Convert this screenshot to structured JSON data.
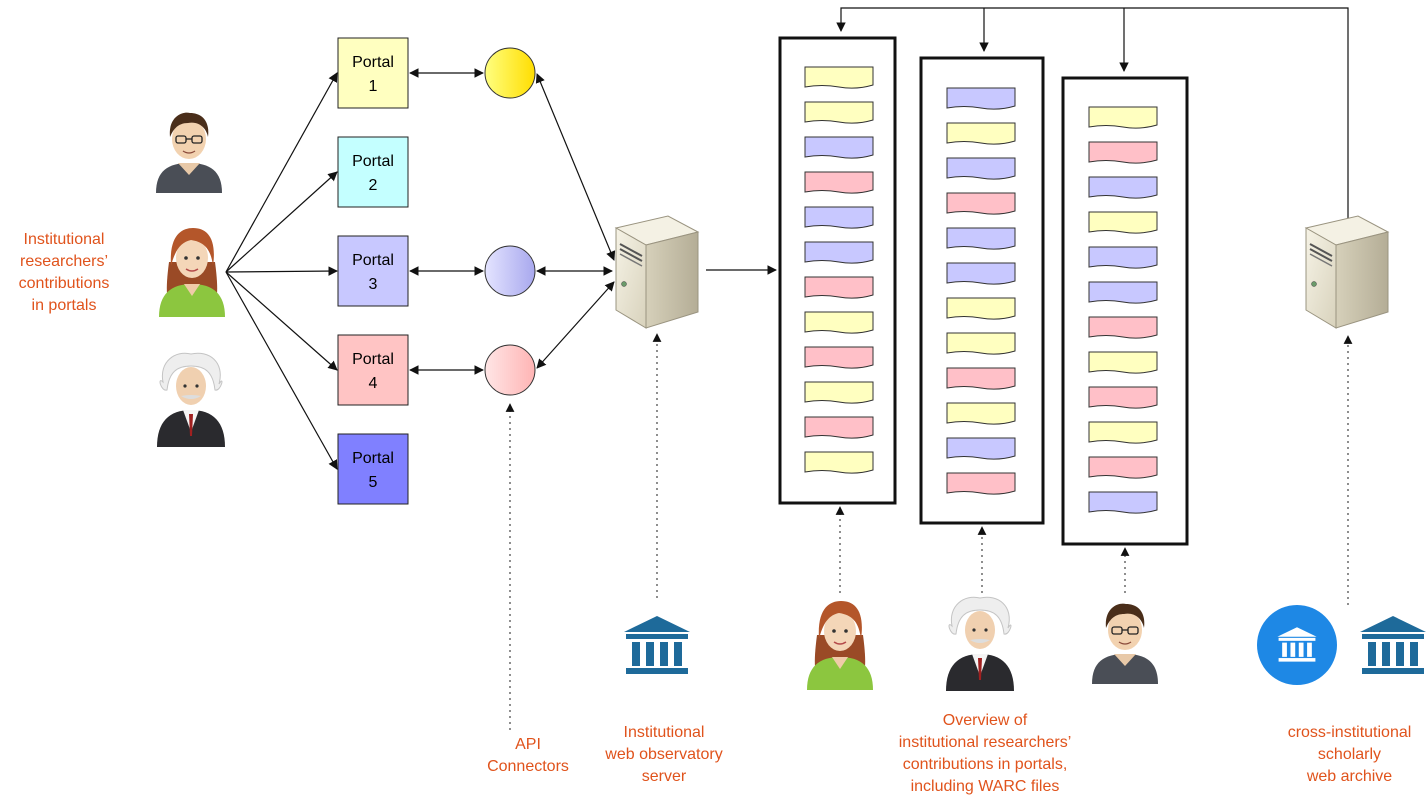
{
  "labels": {
    "researchers": [
      "Institutional",
      "researchers’",
      "contributions",
      "in portals"
    ],
    "api": [
      "API",
      "Connectors"
    ],
    "server": [
      "Institutional",
      "web observatory",
      "server"
    ],
    "overview": [
      "Overview of",
      "institutional researchers’",
      "contributions in portals,",
      "including WARC files"
    ],
    "archive": [
      "cross-institutional",
      "scholarly",
      "web archive"
    ]
  },
  "portals": [
    {
      "name": "Portal",
      "num": "1",
      "color": "#ffffc0"
    },
    {
      "name": "Portal",
      "num": "2",
      "color": "#c4ffff"
    },
    {
      "name": "Portal",
      "num": "3",
      "color": "#c8c8ff"
    },
    {
      "name": "Portal",
      "num": "4",
      "color": "#ffc4c4"
    },
    {
      "name": "Portal",
      "num": "5",
      "color": "#8080ff"
    }
  ],
  "connectors": [
    {
      "portal": "1",
      "color": "#ffee00"
    },
    {
      "portal": "3",
      "color": "#b4b4f4"
    },
    {
      "portal": "4",
      "color": "#ffc0c0"
    }
  ],
  "people_left": [
    "young-man",
    "woman",
    "einstein"
  ],
  "people_bottom": [
    "woman",
    "einstein",
    "young-man"
  ],
  "columns": [
    {
      "records": [
        "yellow",
        "yellow",
        "blue",
        "red",
        "blue",
        "blue",
        "red",
        "yellow",
        "red",
        "yellow",
        "red",
        "yellow"
      ]
    },
    {
      "records": [
        "blue",
        "yellow",
        "blue",
        "red",
        "blue",
        "blue",
        "yellow",
        "yellow",
        "red",
        "yellow",
        "blue",
        "red"
      ]
    },
    {
      "records": [
        "yellow",
        "red",
        "blue",
        "yellow",
        "blue",
        "blue",
        "red",
        "yellow",
        "red",
        "yellow",
        "red",
        "blue"
      ]
    }
  ],
  "colors": {
    "label": "#e0531c",
    "record_yellow": "#ffffc0",
    "record_red": "#ffc0c8",
    "record_blue": "#c8c8ff",
    "institution_icon": "#1e6a9a",
    "archive_badge": "#1e88e5"
  },
  "icons": [
    "person-icon",
    "server-icon",
    "institution-icon",
    "archive-badge-icon"
  ]
}
